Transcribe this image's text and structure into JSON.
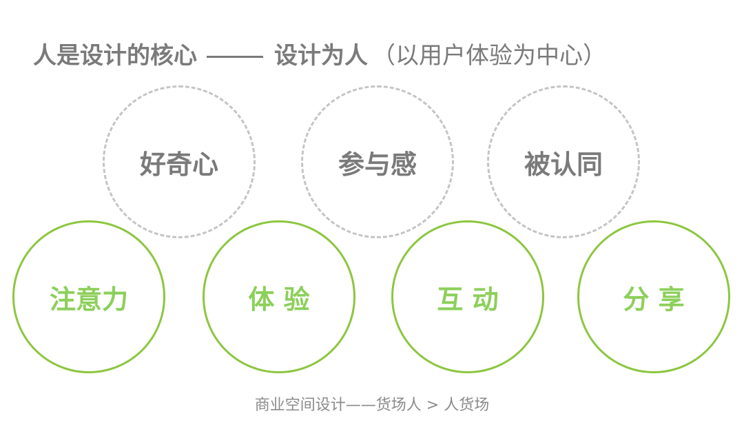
{
  "title": {
    "main": "人是设计的核心",
    "secondary": "设计为人",
    "subtitle": "（以用户体验为中心）"
  },
  "top_circles": [
    {
      "label": "好奇心"
    },
    {
      "label": "参与感"
    },
    {
      "label": "被认同"
    }
  ],
  "bottom_circles": [
    {
      "label": "注意力"
    },
    {
      "label": "体 验"
    },
    {
      "label": "互 动"
    },
    {
      "label": "分 享"
    }
  ],
  "footer": {
    "text": "商业空间设计——货场人 > 人货场"
  },
  "colors": {
    "text_gray": "#7a7a7a",
    "dashed_gray": "#c4c4c4",
    "green_border": "#8cc63f",
    "green_text": "#8ccf5a"
  }
}
